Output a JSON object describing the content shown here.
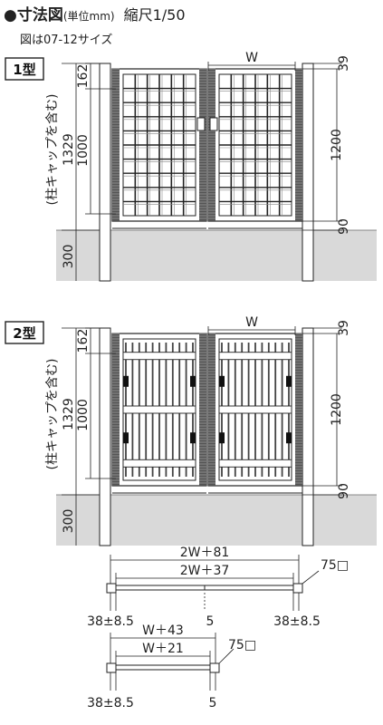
{
  "header": {
    "title_main": "●寸法図",
    "title_unit": "(単位mm)",
    "title_scale": "縮尺1/50",
    "subtitle": "図は07-12サイズ"
  },
  "type1": {
    "label": "1型",
    "dim_w": "W",
    "dim_162": "162",
    "dim_1329": "1329",
    "dim_1329_note": "(柱キャップを含む)",
    "dim_1000": "1000",
    "dim_300": "300",
    "dim_39": "39",
    "dim_1200": "1200",
    "dim_90": "90"
  },
  "type2": {
    "label": "2型",
    "dim_w": "W",
    "dim_162": "162",
    "dim_1329": "1329",
    "dim_1329_note": "(柱キャップを含む)",
    "dim_1000": "1000",
    "dim_300": "300",
    "dim_39": "39",
    "dim_1200": "1200",
    "dim_90": "90"
  },
  "plan_double": {
    "outer": "2W＋81",
    "inner": "2W＋37",
    "post": "75□",
    "left": "38±8.5",
    "center": "5",
    "right": "38±8.5"
  },
  "plan_single": {
    "outer": "W＋43",
    "inner": "W＋21",
    "post": "75□",
    "left": "38±8.5",
    "center": "5"
  },
  "colors": {
    "ground": "#d9d9d9",
    "line": "#222222",
    "gate_dark": "#333333"
  }
}
